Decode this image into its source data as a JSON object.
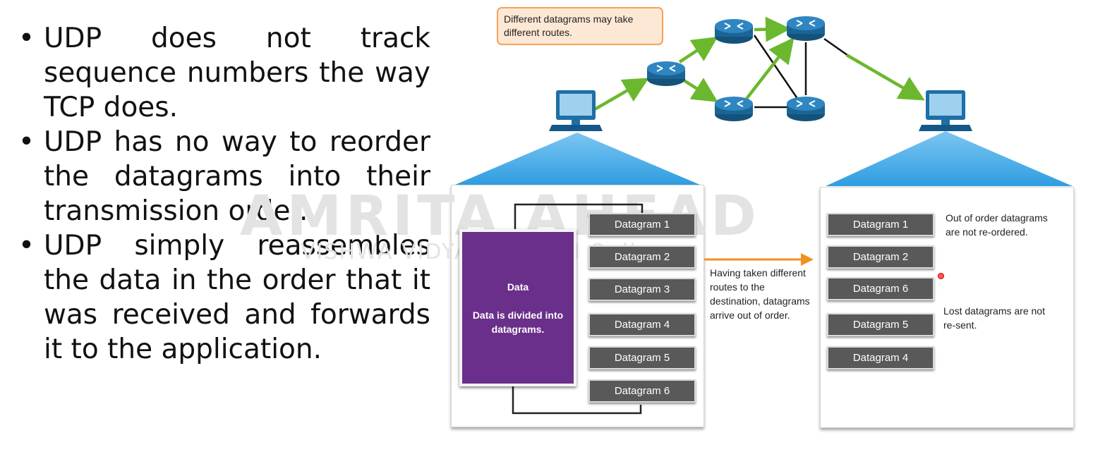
{
  "bullets": [
    {
      "text": "UDP does not track sequence numbers the way TCP does."
    },
    {
      "text": "UDP has no way to reorder the datagrams into their transmission order."
    },
    {
      "text": "UDP simply reassembles the data in the order that it was received and forwards it to the application."
    }
  ],
  "bullet_symbol": "•",
  "watermark": {
    "main": "AMRITA AHEAD",
    "sub": "VISHWA VIDYAPEETHAM Online"
  },
  "callout": "Different datagrams may take different routes.",
  "sender": {
    "data_title": "Data",
    "data_desc": "Data is divided into datagrams.",
    "datagrams": [
      "Datagram 1",
      "Datagram 2",
      "Datagram 3",
      "Datagram 4",
      "Datagram 5",
      "Datagram 6"
    ]
  },
  "transit_note": "Having taken different routes to the destination, datagrams arrive out of order.",
  "receiver": {
    "datagrams": [
      "Datagram 1",
      "Datagram 2",
      "Datagram 6",
      "Datagram 5",
      "Datagram 4"
    ],
    "note_order": "Out of order datagrams are not re-ordered.",
    "note_lost": "Lost datagrams are not re-sent."
  },
  "colors": {
    "route_green": "#6bb82e",
    "arrow_orange": "#f29120",
    "router_blue": "#1f6fa3",
    "data_purple": "#6a2f8a",
    "datagram_gray": "#595959",
    "beam_blue": "#58b2ea"
  },
  "icons": [
    "pc-icon",
    "router-icon"
  ]
}
